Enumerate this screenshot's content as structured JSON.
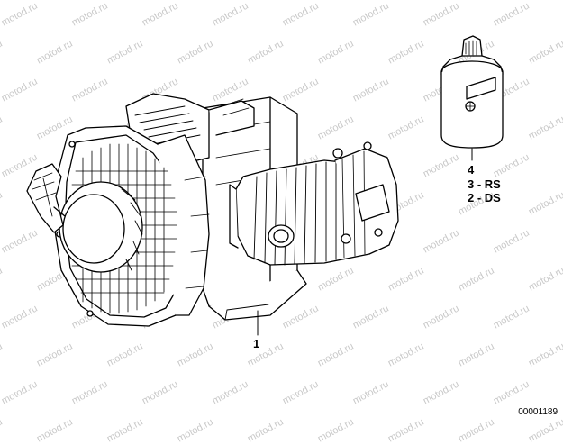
{
  "watermark": {
    "text": "motod.ru"
  },
  "callouts": {
    "engine": "1",
    "oil_bottle": "4",
    "qty_rs": "3 - RS",
    "qty_ds": "2 - DS"
  },
  "document_number": "00001189"
}
